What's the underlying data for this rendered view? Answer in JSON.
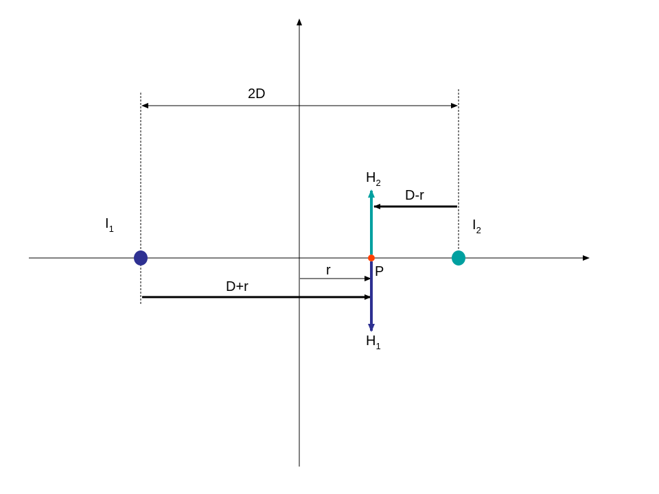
{
  "labels": {
    "two_d": "2D",
    "d_minus_r": "D-r",
    "d_plus_r": "D+r",
    "r": "r",
    "point_p": "P"
  },
  "currents": {
    "i1": {
      "base": "I",
      "sub": "1"
    },
    "i2": {
      "base": "I",
      "sub": "2"
    }
  },
  "fields": {
    "h1": {
      "base": "H",
      "sub": "1"
    },
    "h2": {
      "base": "H",
      "sub": "2"
    }
  },
  "colors": {
    "i1_conductor": "#2e3192",
    "i2_conductor": "#00a0a0",
    "h1_vector": "#2e3192",
    "h2_vector": "#00a0a0",
    "point_p": "#ff4000",
    "lines": "#000000"
  }
}
